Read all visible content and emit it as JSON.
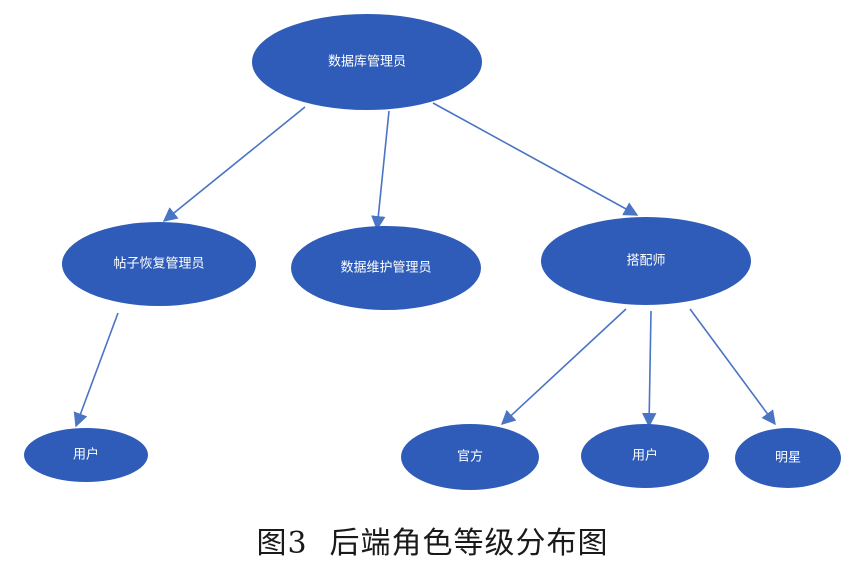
{
  "diagram": {
    "fill_color": "#2e5cb8",
    "edge_color": "#4a74c4",
    "nodes": {
      "root": "数据库管理员",
      "post": "帖子恢复管理员",
      "maint": "数据维护管理员",
      "stylist": "搭配师",
      "user1": "用户",
      "official": "官方",
      "user2": "用户",
      "star": "明星"
    }
  },
  "caption": {
    "number": "图3",
    "text": "后端角色等级分布图"
  }
}
